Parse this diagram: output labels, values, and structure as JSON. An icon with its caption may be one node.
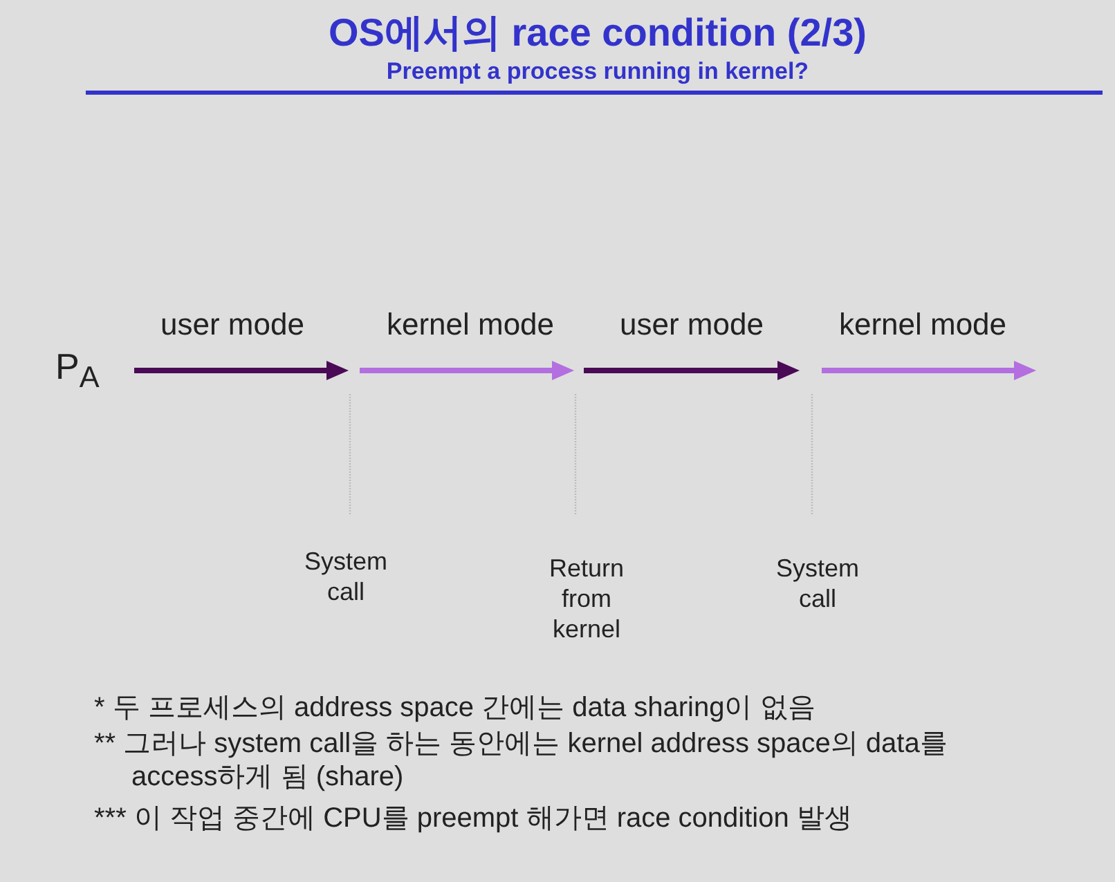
{
  "diagram": {
    "title": "OS에서의  race condition (2/3)",
    "labels": [
      "Preempt a process running in kernel?",
      "P$_{A}$",
      "user mode",
      "kernel mode",
      "user mode",
      "kernel mode",
      "System call",
      "Return from kernel",
      "System call",
      "* 두 프로세스의 address space 간에는 data sharing이 없음",
      "** 그러나 system call을 하는 동안에는 kernel address space의 data를 access하게 됨 (share)",
      "*** 이 작업 중간에 CPU를 preempt 해가면 race condition 발생"
    ]
  }
}
